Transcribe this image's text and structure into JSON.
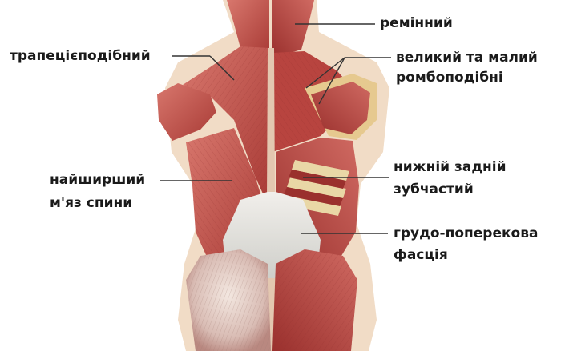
{
  "labels": {
    "remin": "ремінний",
    "trapezius": "трапецієподібний",
    "rhomboid_1": "великий та малий",
    "rhomboid_2": "ромбоподібні",
    "latissimus_1": "найширший",
    "latissimus_2": "м'яз спини",
    "serratus_1": "нижній задній",
    "serratus_2": "зубчастий",
    "fascia_1": "грудо-поперекова",
    "fascia_2": "фасція"
  },
  "colors": {
    "muscle_red": "#c4504a",
    "muscle_dark": "#8e2d2b",
    "fascia_white": "#e7e6e3",
    "skin": "#f1dcc6",
    "bone": "#e9d7a6"
  }
}
